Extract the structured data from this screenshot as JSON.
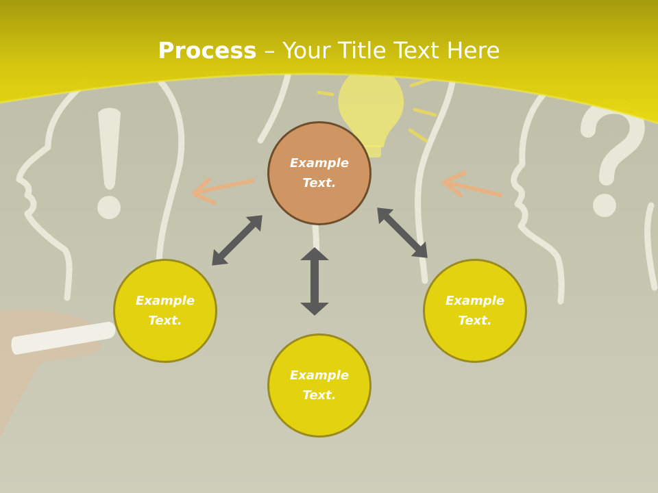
{
  "title": {
    "bold": "Process",
    "rest": " – Your Title Text Here"
  },
  "diagram": {
    "center_node": {
      "line1": "Example",
      "line2": "Text."
    },
    "left_node": {
      "line1": "Example",
      "line2": "Text."
    },
    "bottom_node": {
      "line1": "Example",
      "line2": "Text."
    },
    "right_node": {
      "line1": "Example",
      "line2": "Text."
    }
  },
  "colors": {
    "banner": "#e8d80c",
    "board": "#c9c9b4",
    "node_yellow": "#e3d20f",
    "node_orange": "#cf9563",
    "arrow": "#5a5a5a"
  }
}
